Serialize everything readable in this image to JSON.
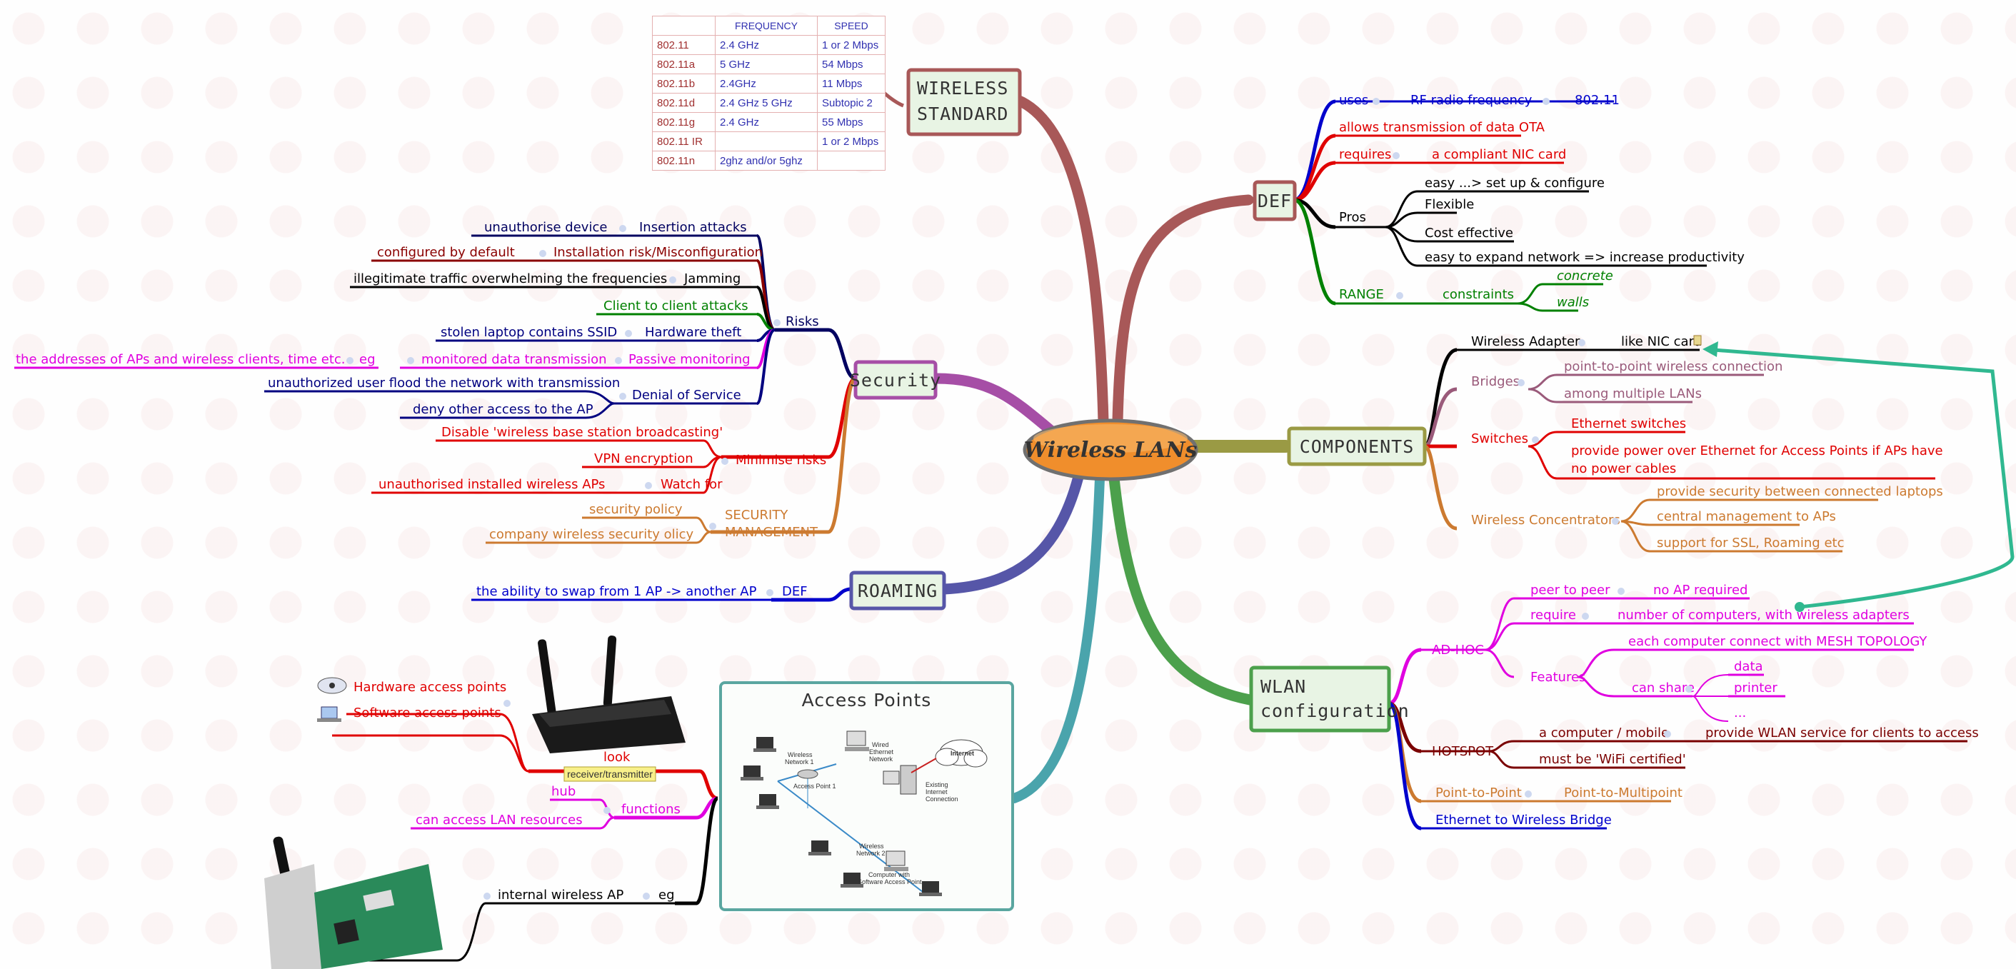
{
  "center": {
    "label": "Wireless LANs"
  },
  "topics": {
    "wireless_standard": "WIRELESS\nSTANDARD",
    "def": "DEF",
    "security": "Security",
    "components": "COMPONENTS",
    "roaming": "ROAMING",
    "wlan_configuration": "WLAN\nconfiguration",
    "access_points": "Access Points"
  },
  "standards_table": {
    "headers": [
      "",
      "FREQUENCY",
      "SPEED"
    ],
    "rows": [
      [
        "802.11",
        "2.4 GHz",
        "1 or 2 Mbps"
      ],
      [
        "802.11a",
        "5 GHz",
        "54 Mbps"
      ],
      [
        "802.11b",
        "2.4GHz",
        "11 Mbps"
      ],
      [
        "802.11d",
        "2.4 GHz 5 GHz",
        "Subtopic 2"
      ],
      [
        "802.11g",
        "2.4 GHz",
        "55 Mbps"
      ],
      [
        "802.11 IR",
        "",
        "1 or 2 Mbps"
      ],
      [
        "802.11n",
        "2ghz and/or 5ghz",
        ""
      ]
    ]
  },
  "def": {
    "uses": "uses",
    "rf": "RF radio frequency",
    "std": "802.11",
    "ota": "allows transmission of data OTA",
    "requires": "requires",
    "nic": "a compliant NIC card",
    "pros": "Pros",
    "pros_items": [
      "easy ...> set up & configure",
      "Flexible",
      "Cost effective",
      "easy to expand network => increase productivity"
    ],
    "range": "RANGE",
    "constraints": "constraints",
    "constraint_items": [
      "concrete",
      "walls"
    ]
  },
  "security": {
    "risks": "Risks",
    "insertion": "Insertion attacks",
    "unauth_device": "unauthorise device",
    "installation": "Installation risk/Misconfiguration",
    "config_default": "configured by default",
    "jamming": "Jamming",
    "illegit": "illegitimate traffic overwhelming the frequencies",
    "c2c": "Client to client attacks",
    "hw_theft": "Hardware theft",
    "stolen": "stolen laptop contains SSID",
    "passive": "Passive monitoring",
    "monitored": "monitored data transmission",
    "eg": "eg",
    "addresses": "the addresses of APs and wireless clients, time etc.",
    "dos": "Denial of Service",
    "flood": "unauthorized user flood the network with transmission",
    "deny": "deny other access to the AP",
    "minimise": "Minimise risks",
    "disable": "Disable 'wireless base station broadcasting'",
    "vpn": "VPN encryption",
    "watch": "Watch for",
    "unauth_ap": "unauthorised installed wireless APs",
    "sec_mgmt": "SECURITY\nMANAGEMENT",
    "policy": "security policy",
    "company_policy": "company wireless security olicy"
  },
  "roaming": {
    "def": "DEF",
    "text": "the ability to swap from 1 AP -> another AP"
  },
  "components": {
    "adapter": "Wireless Adapter",
    "like_nic": "like NIC card",
    "bridges": "Bridges",
    "p2p_conn": "point-to-point wireless connection",
    "among": "among multiple LANs",
    "switches": "Switches",
    "eth_switch": "Ethernet switches",
    "poe": "provide power over Ethernet for Access Points if APs have\nno power cables",
    "concentrators": "Wireless Concentrators",
    "conc_items": [
      "provide security between connected laptops",
      "central management to APs",
      "support for SSL, Roaming etc"
    ]
  },
  "wlan": {
    "adhoc": "AD-HOC",
    "peer": "peer to peer",
    "no_ap": "no AP required",
    "require": "require",
    "num_comp": "number of computers, with wireless adapters",
    "mesh": "each computer connect with MESH TOPOLOGY",
    "features": "Features",
    "can_share": "can share",
    "share_items": [
      "data",
      "printer",
      "..."
    ],
    "hotspot": "HOTSPOT",
    "computer_mobile": "a computer / mobile",
    "provide_service": "provide WLAN service for clients to access",
    "certified": "must be 'WiFi certified'",
    "p2p": "Point-to-Point",
    "p2mp": "Point-to-Multipoint",
    "eth_bridge": "Ethernet to Wireless Bridge"
  },
  "access": {
    "hw": "Hardware access points",
    "sw": "Software access points",
    "look": "look",
    "rt": "receiver/transmitter",
    "functions": "functions",
    "hub": "hub",
    "lan": "can access LAN resources",
    "eg": "eg",
    "internal": "internal wireless AP"
  },
  "diagram_labels": {
    "net1": "Wireless\nNetwork 1",
    "ap1": "Access Point 1",
    "wired": "Wired\nEthernet\nNetwork",
    "internet": "Internet",
    "existing": "Existing\nInternet\nConnection",
    "net2": "Wireless\nNetwork 2",
    "sw_ap": "Computer with\nSoftware Access Point"
  }
}
